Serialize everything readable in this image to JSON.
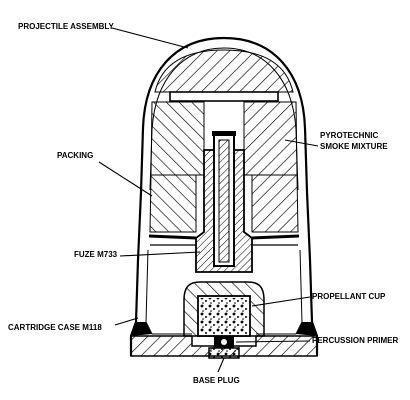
{
  "figure": {
    "labels": {
      "projectile_assembly": "PROJECTILE ASSEMBLY",
      "pyrotechnic_line1": "PYROTECHNIC",
      "pyrotechnic_line2": "SMOKE MIXTURE",
      "packing": "PACKING",
      "fuze": "FUZE M733",
      "propellant_cup": "PROPELLANT CUP",
      "cartridge_case": "CARTRIDGE CASE M118",
      "percussion_primer": "PERCUSSION PRIMER",
      "base_plug": "BASE PLUG"
    }
  }
}
